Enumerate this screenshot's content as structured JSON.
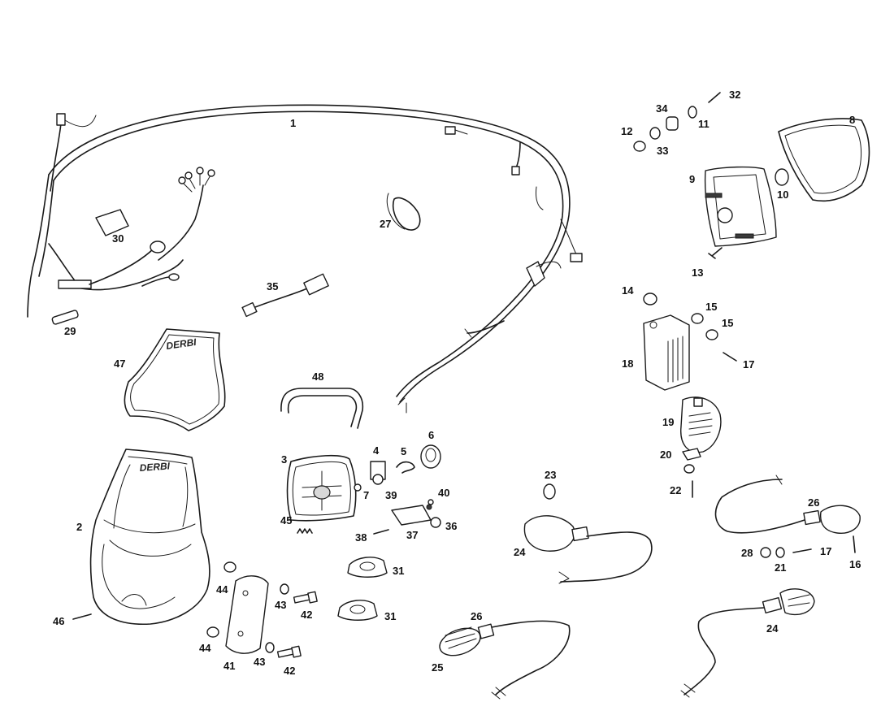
{
  "brand_text": "DERBI",
  "callouts": [
    "1",
    "2",
    "3",
    "4",
    "5",
    "6",
    "7",
    "8",
    "9",
    "10",
    "11",
    "12",
    "13",
    "14",
    "15",
    "15",
    "16",
    "17",
    "17",
    "18",
    "19",
    "20",
    "21",
    "22",
    "23",
    "24",
    "24",
    "25",
    "26",
    "26",
    "27",
    "28",
    "29",
    "30",
    "31",
    "31",
    "32",
    "33",
    "34",
    "35",
    "36",
    "37",
    "38",
    "39",
    "40",
    "41",
    "42",
    "42",
    "43",
    "43",
    "44",
    "44",
    "45",
    "46",
    "47",
    "48"
  ]
}
